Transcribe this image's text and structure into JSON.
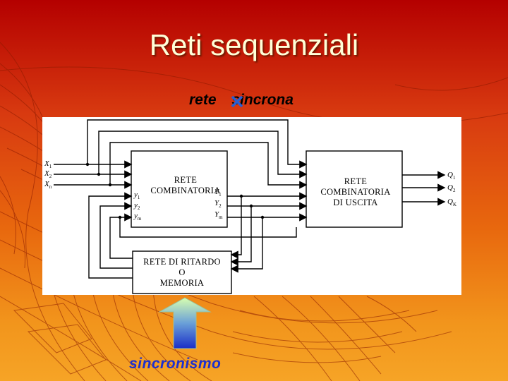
{
  "title": "Reti sequenziali",
  "subtitle": {
    "prefix": "rete",
    "struck": "a",
    "suffix": "sincrona"
  },
  "diagram": {
    "block_combinatoria": [
      "RETE",
      "COMBINATORIA"
    ],
    "block_uscita": [
      "RETE",
      "COMBINATORIA",
      "DI USCITA"
    ],
    "block_memoria": [
      "RETE DI RITARDO",
      "O",
      "MEMORIA"
    ],
    "inputs": [
      {
        "base": "X",
        "sub": "1"
      },
      {
        "base": "X",
        "sub": "2"
      },
      {
        "base": "X",
        "sub": "n"
      }
    ],
    "state_in": [
      {
        "base": "y",
        "sub": "1"
      },
      {
        "base": "y",
        "sub": "2"
      },
      {
        "base": "y",
        "sub": "m"
      }
    ],
    "state_out": [
      {
        "base": "Y",
        "sub": "1"
      },
      {
        "base": "Y",
        "sub": "2"
      },
      {
        "base": "Y",
        "sub": "m"
      }
    ],
    "outputs": [
      {
        "base": "Q",
        "sub": "1"
      },
      {
        "base": "Q",
        "sub": "2"
      },
      {
        "base": "Q",
        "sub": "K"
      }
    ]
  },
  "sync_label": "sincronismo",
  "colors": {
    "title": "#ffffd8",
    "sync_text": "#1c2fd0",
    "x_mark": "#2a5fd0"
  }
}
